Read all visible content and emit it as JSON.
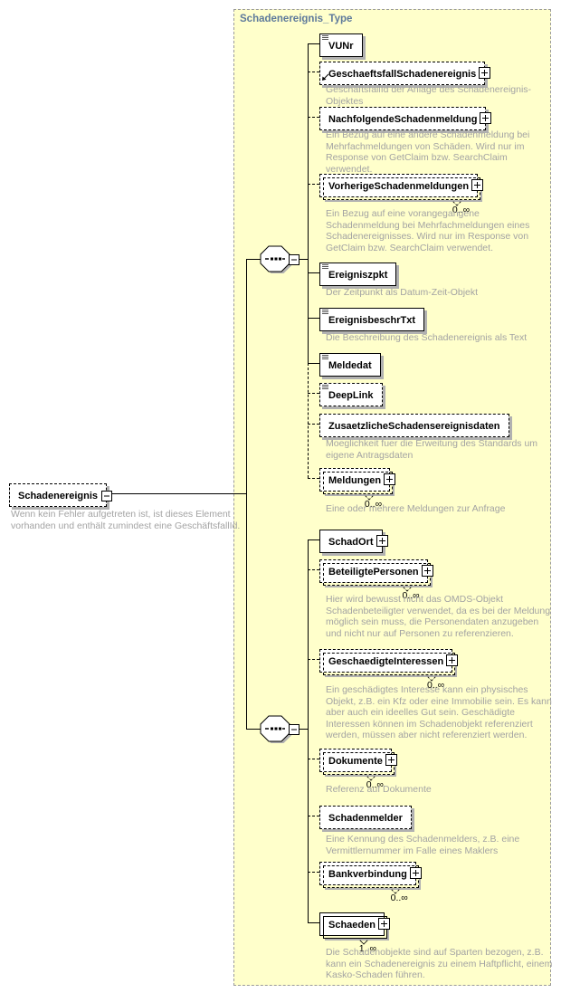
{
  "title": "Schadenereignis_Type",
  "root": {
    "name": "Schadenereignis",
    "annotation": "Wenn kein Fehler aufgetreten ist, ist dieses Element vorhanden und enthält zumindest eine GeschäftsfallId."
  },
  "elements": [
    {
      "name": "VUNr",
      "annotation": "",
      "cardinality": ""
    },
    {
      "name": "GeschaeftsfallSchadenereignis",
      "annotation": "GeschäftsfallId der Anlage des Schadenereignis-Objektes",
      "cardinality": ""
    },
    {
      "name": "NachfolgendeSchadenmeldung",
      "annotation": "Ein Bezug auf eine andere Schadenmeldung bei Mehrfachmeldungen von Schäden. Wird nur im Response von GetClaim bzw. SearchClaim verwendet.",
      "cardinality": ""
    },
    {
      "name": "VorherigeSchadenmeldungen",
      "annotation": "Ein Bezug auf eine vorangegangene Schadenmeldung bei Mehrfachmeldungen eines Schadenereignisses. Wird nur im Response von GetClaim bzw. SearchClaim verwendet.",
      "cardinality": "0..∞"
    },
    {
      "name": "Ereigniszpkt",
      "annotation": "Der Zeitpunkt als Datum-Zeit-Objekt",
      "cardinality": ""
    },
    {
      "name": "EreignisbeschrTxt",
      "annotation": "Die Beschreibung des Schadenereignis als Text",
      "cardinality": ""
    },
    {
      "name": "Meldedat",
      "annotation": "",
      "cardinality": ""
    },
    {
      "name": "DeepLink",
      "annotation": "",
      "cardinality": ""
    },
    {
      "name": "ZusaetzlicheSchadensereignisdaten",
      "annotation": "Moeglichkeit fuer die Erweitung des Standards um eigene Antragsdaten",
      "cardinality": ""
    },
    {
      "name": "Meldungen",
      "annotation": "Eine oder mehrere Meldungen zur Anfrage",
      "cardinality": "0..∞"
    },
    {
      "name": "SchadOrt",
      "annotation": "",
      "cardinality": ""
    },
    {
      "name": "BeteiligtePersonen",
      "annotation": "Hier wird bewusst nicht das OMDS-Objekt Schadenbeteiligter verwendet, da es bei der Meldung möglich sein muss, die Personendaten anzugeben und nicht nur auf Personen zu referenzieren.",
      "cardinality": "0..∞"
    },
    {
      "name": "GeschaedigteInteressen",
      "annotation": "Ein geschädigtes Interesse kann ein physisches Objekt, z.B. ein Kfz oder eine Immobilie sein. Es kann aber auch ein ideelles Gut sein. Geschädigte Interessen können im Schadenobjekt referenziert werden, müssen aber nicht referenziert werden.",
      "cardinality": "0..∞"
    },
    {
      "name": "Dokumente",
      "annotation": "Referenz auf Dokumente",
      "cardinality": "0..∞"
    },
    {
      "name": "Schadenmelder",
      "annotation": "Eine Kennung des Schadenmelders, z.B. eine Vermittlernummer im Falle eines Maklers",
      "cardinality": ""
    },
    {
      "name": "Bankverbindung",
      "annotation": "",
      "cardinality": "0..∞"
    },
    {
      "name": "Schaeden",
      "annotation": "Die Schadenobjekte sind auf Sparten bezogen, z.B. kann ein Schadenereignis zu einem Haftpflicht, einem Kasko-Schaden führen.",
      "cardinality": "1..∞"
    }
  ],
  "icons": {
    "collapse": "minus-icon",
    "expand": "plus-icon",
    "sequence": "sequence-indicator",
    "simple_content": "text-lines-icon",
    "reference": "reference-arrow-icon"
  },
  "colors": {
    "container_bg": "#FFFFCB",
    "container_border": "#9A9A9A",
    "title_text": "#5E7A9B",
    "annotation_text": "#A3A3A3",
    "box_border": "#000000",
    "box_shadow": "#B1B1B1"
  }
}
